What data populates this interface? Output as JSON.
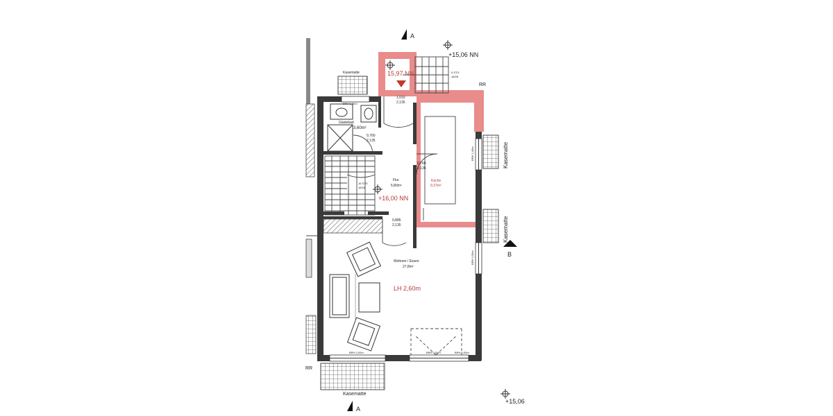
{
  "plan": {
    "section_marks": {
      "a_top": "A",
      "a_bottom": "A",
      "b": "B"
    },
    "levels": {
      "terrace_top": "+15,06 NN",
      "entrance": "15,97 NN",
      "floor": "+16,00 NN",
      "terrace_bottom": "+15,06"
    },
    "rr_top": "RR",
    "rr_bottom": "RR",
    "kasematte_top": "Kasematte",
    "kasematte_right_upper": "Kasematte",
    "kasematte_right_lower": "Kasematte",
    "kasematte_bottom": "Kasematte",
    "brh_top": "BRH 1,20m",
    "brh_right_upper": "BRH 1,40m",
    "brh_right_lower": "BRH 0,30m",
    "brh_bottom_left": "BRH 0,00m",
    "brh_bottom_mid": "BRH 0,00m",
    "brh_bottom_right": "BRH 0,00m",
    "ceiling_height": "LH 2,60m",
    "stairs_outside": {
      "steps": "5 STG",
      "size": "18/28"
    },
    "stairs_inside": {
      "steps": "16 STG",
      "size": "18/26"
    },
    "rooms": {
      "guest_wc": {
        "name": "Gästebad",
        "area": "3,60m²"
      },
      "hall": {
        "name": "Flur",
        "area": "5,80m²"
      },
      "kitchen": {
        "name": "Küche",
        "area": "9,37m²"
      },
      "living": {
        "name": "Wohnen / Essen",
        "area": "27,8m²"
      }
    },
    "doors": {
      "entrance": {
        "width": "1,010",
        "height": "2,135"
      },
      "wc": {
        "width": "0,760",
        "height": "2,135"
      },
      "kitchen": {
        "width": "0,760",
        "height": "2,135"
      },
      "living": {
        "width": "0,885",
        "height": "2,135"
      }
    },
    "colors": {
      "wall": "#3a3a3a",
      "highlight": "#e88c8c",
      "red_text": "#b5383a"
    }
  }
}
